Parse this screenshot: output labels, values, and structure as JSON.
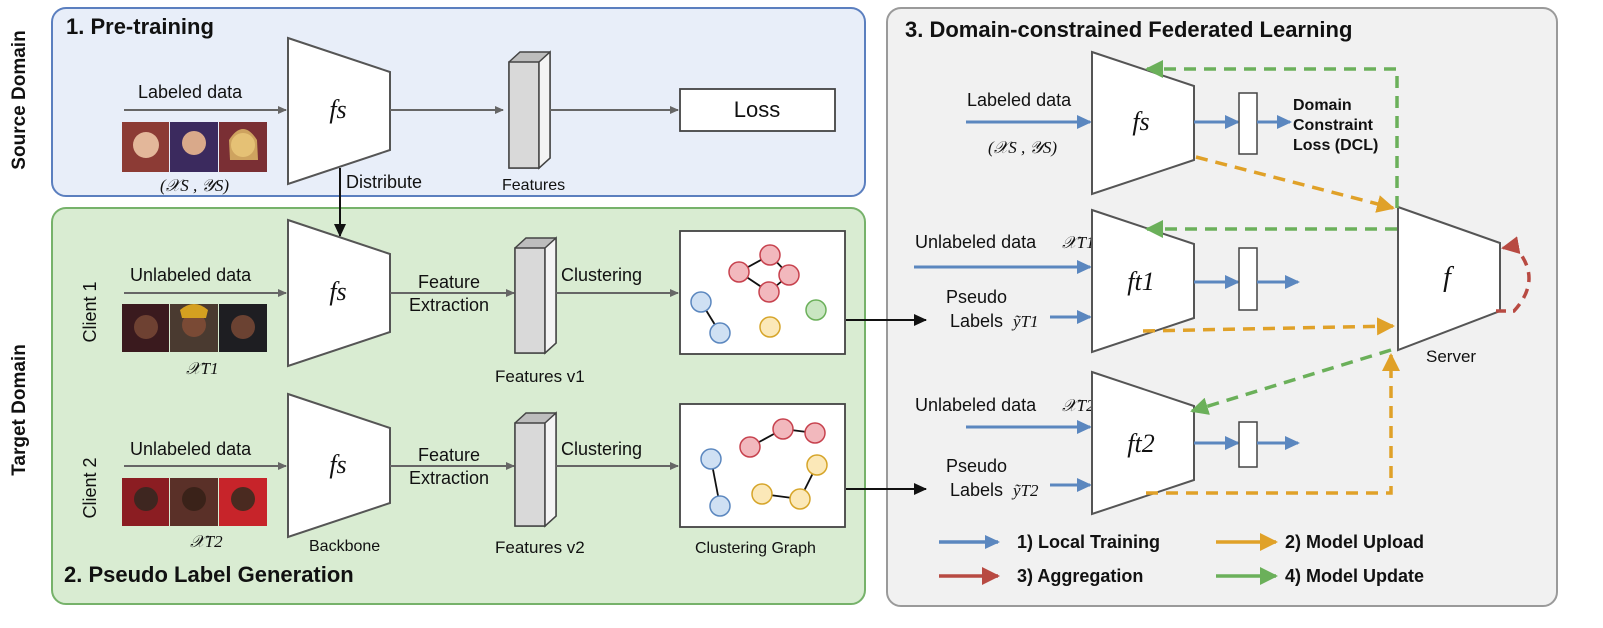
{
  "side_labels": {
    "source": "Source Domain",
    "target": "Target Domain"
  },
  "panels": {
    "pretraining": {
      "title": "1. Pre-training"
    },
    "pseudo": {
      "title": "2. Pseudo Label Generation"
    },
    "federated": {
      "title": "3. Domain-constrained Federated Learning"
    }
  },
  "pretrain": {
    "input_label": "Labeled data",
    "input_math": "(𝒳S , 𝒴S)",
    "model": "fs",
    "features": "Features",
    "loss": "Loss",
    "distribute": "Distribute"
  },
  "clients": [
    {
      "label": "Client 1",
      "input_label": "Unlabeled data",
      "input_math": "𝒳T1",
      "model": "fs",
      "extract": [
        "Feature",
        "Extraction"
      ],
      "clustering": "Clustering",
      "features": "Features v1"
    },
    {
      "label": "Client 2",
      "input_label": "Unlabeled data",
      "input_math": "𝒳T2",
      "model": "fs",
      "extract": [
        "Feature",
        "Extraction"
      ],
      "clustering": "Clustering",
      "features": "Features v2",
      "backbone": "Backbone",
      "graph_label": "Clustering Graph"
    }
  ],
  "federated": {
    "source": {
      "input_label": "Labeled data",
      "input_math": "(𝒳S , 𝒴S)",
      "model": "fs",
      "dcl": [
        "Domain",
        "Constraint",
        "Loss (DCL)"
      ]
    },
    "client1": {
      "input_label": "Unlabeled data",
      "input_math": "𝒳T1",
      "pseudo": [
        "Pseudo",
        "Labels"
      ],
      "pseudo_math": "ỹT1",
      "model": "ft1"
    },
    "client2": {
      "input_label": "Unlabeled data",
      "input_math": "𝒳T2",
      "pseudo": [
        "Pseudo",
        "Labels"
      ],
      "pseudo_math": "ỹT2",
      "model": "ft2"
    },
    "server": {
      "model": "f",
      "label": "Server"
    }
  },
  "legend": [
    {
      "label": "1) Local Training",
      "color": "#5b87bf"
    },
    {
      "label": "2) Model Upload",
      "color": "#e0a128"
    },
    {
      "label": "3) Aggregation",
      "color": "#b84a42"
    },
    {
      "label": "4) Model Update",
      "color": "#6bb05a"
    }
  ],
  "colors": {
    "source_bg": "#e8eef9",
    "source_border": "#5b7fbf",
    "target_bg": "#d9ecd2",
    "target_border": "#76b26a",
    "fed_bg": "#f1f1f1",
    "fed_border": "#9a9a9a",
    "blue": "#5b87bf",
    "orange": "#e0a128",
    "red": "#b84a42",
    "green": "#6bb05a",
    "node_red": "#f2b8bd",
    "node_blue": "#cfe0f3",
    "node_yellow": "#fbe8b8",
    "node_green": "#c9e6c2"
  }
}
